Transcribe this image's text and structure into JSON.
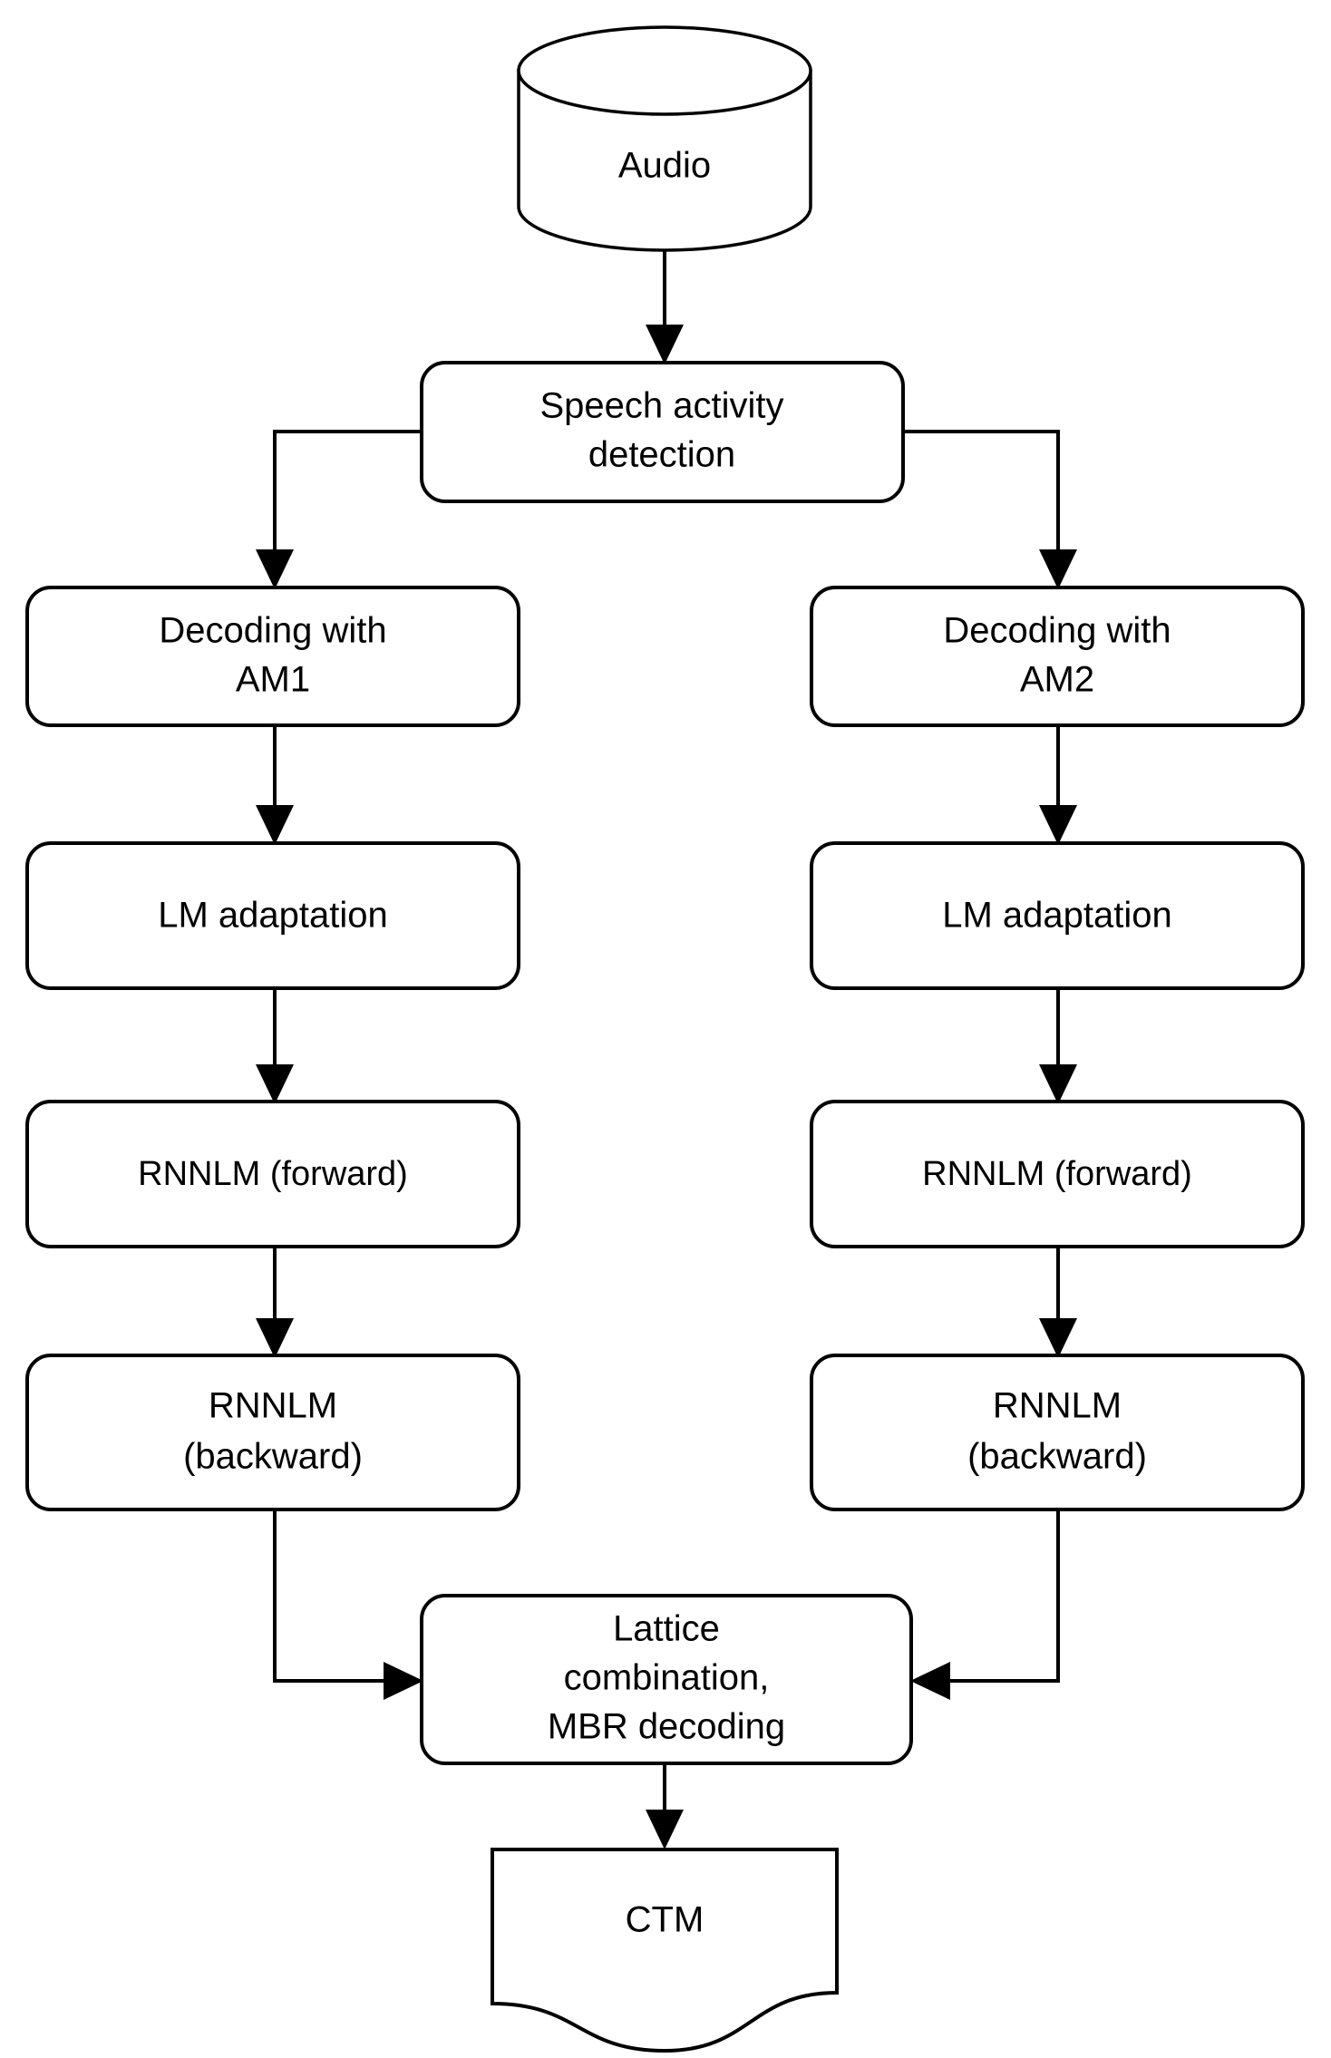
{
  "diagram": {
    "title": "ASR system pipeline flowchart",
    "style": {
      "background": "#ffffff",
      "stroke": "#000000",
      "fill": "#ffffff",
      "text": "#000000"
    },
    "nodes": {
      "audio": {
        "label": "Audio",
        "shape": "cylinder",
        "icon": "database-cylinder-icon"
      },
      "sad": {
        "label_line1": "Speech activity",
        "label_line2": "detection",
        "shape": "rounded-rect"
      },
      "decode_am1": {
        "label_line1": "Decoding with",
        "label_line2": "AM1",
        "shape": "rounded-rect"
      },
      "decode_am2": {
        "label_line1": "Decoding with",
        "label_line2": "AM2",
        "shape": "rounded-rect"
      },
      "lm_adapt_left": {
        "label": "LM adaptation",
        "shape": "rounded-rect"
      },
      "lm_adapt_right": {
        "label": "LM adaptation",
        "shape": "rounded-rect"
      },
      "rnnlm_fwd_left": {
        "label": "RNNLM (forward)",
        "shape": "rounded-rect"
      },
      "rnnlm_fwd_right": {
        "label": "RNNLM (forward)",
        "shape": "rounded-rect"
      },
      "rnnlm_bwd_left": {
        "label_line1": "RNNLM",
        "label_line2": "(backward)",
        "shape": "rounded-rect"
      },
      "rnnlm_bwd_right": {
        "label_line1": "RNNLM",
        "label_line2": "(backward)",
        "shape": "rounded-rect"
      },
      "lattice": {
        "label_line1": "Lattice",
        "label_line2": "combination,",
        "label_line3": "MBR decoding",
        "shape": "rounded-rect"
      },
      "ctm": {
        "label": "CTM",
        "shape": "document"
      }
    },
    "edges": [
      {
        "name": "audio-to-sad",
        "from": "audio",
        "to": "sad",
        "arrow": "down"
      },
      {
        "name": "sad-to-decode-am1",
        "from": "sad",
        "to": "decode_am1",
        "arrow": "down"
      },
      {
        "name": "sad-to-decode-am2",
        "from": "sad",
        "to": "decode_am2",
        "arrow": "down"
      },
      {
        "name": "decode-am1-to-lm-adapt-left",
        "from": "decode_am1",
        "to": "lm_adapt_left",
        "arrow": "down"
      },
      {
        "name": "lm-adapt-left-to-rnnlm-fwd-left",
        "from": "lm_adapt_left",
        "to": "rnnlm_fwd_left",
        "arrow": "down"
      },
      {
        "name": "rnnlm-fwd-left-to-rnnlm-bwd-left",
        "from": "rnnlm_fwd_left",
        "to": "rnnlm_bwd_left",
        "arrow": "down"
      },
      {
        "name": "rnnlm-bwd-left-to-lattice",
        "from": "rnnlm_bwd_left",
        "to": "lattice",
        "arrow": "right"
      },
      {
        "name": "decode-am2-to-lm-adapt-right",
        "from": "decode_am2",
        "to": "lm_adapt_right",
        "arrow": "down"
      },
      {
        "name": "lm-adapt-right-to-rnnlm-fwd-right",
        "from": "lm_adapt_right",
        "to": "rnnlm_fwd_right",
        "arrow": "down"
      },
      {
        "name": "rnnlm-fwd-right-to-rnnlm-bwd-right",
        "from": "rnnlm_fwd_right",
        "to": "rnnlm_bwd_right",
        "arrow": "down"
      },
      {
        "name": "rnnlm-bwd-right-to-lattice",
        "from": "rnnlm_bwd_right",
        "to": "lattice",
        "arrow": "left"
      },
      {
        "name": "lattice-to-ctm",
        "from": "lattice",
        "to": "ctm",
        "arrow": "down"
      }
    ]
  }
}
